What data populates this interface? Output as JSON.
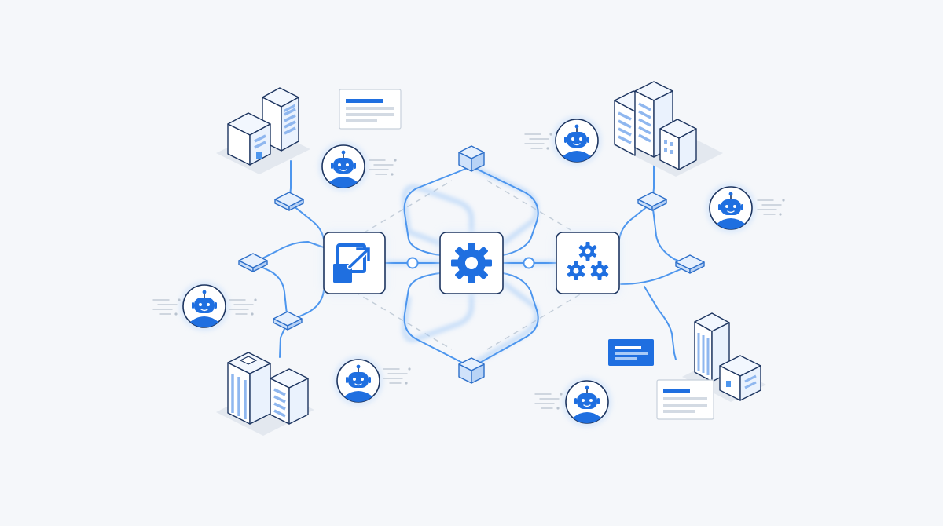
{
  "colors": {
    "background": "#f5f7fa",
    "accent": "#1f6fe0",
    "accent_light": "#5aa0f2",
    "line": "#4d96ee",
    "dashed": "#c3cdd8",
    "outline": "#1d3560",
    "panel": "#ffffff",
    "shadow": "#e1e6ed"
  },
  "diagram": {
    "hubs": [
      {
        "name": "hub-external-link",
        "icon": "external-link-icon"
      },
      {
        "name": "hub-gear",
        "icon": "gear-icon"
      },
      {
        "name": "hub-gear-cluster",
        "icon": "gears-icon"
      }
    ],
    "agents": [
      "robot-icon",
      "robot-icon",
      "robot-icon",
      "robot-icon",
      "robot-icon",
      "robot-icon"
    ],
    "buildings": [
      "building-icon",
      "building-icon",
      "building-icon",
      "building-icon"
    ],
    "nodes": [
      "cube-node-icon",
      "cube-node-icon",
      "cube-node-icon",
      "cube-node-icon",
      "cube-node-icon",
      "cube-node-icon",
      "cube-node-icon",
      "cube-node-icon"
    ],
    "cards": [
      "document-card-icon",
      "document-card-icon",
      "document-card-icon"
    ]
  }
}
